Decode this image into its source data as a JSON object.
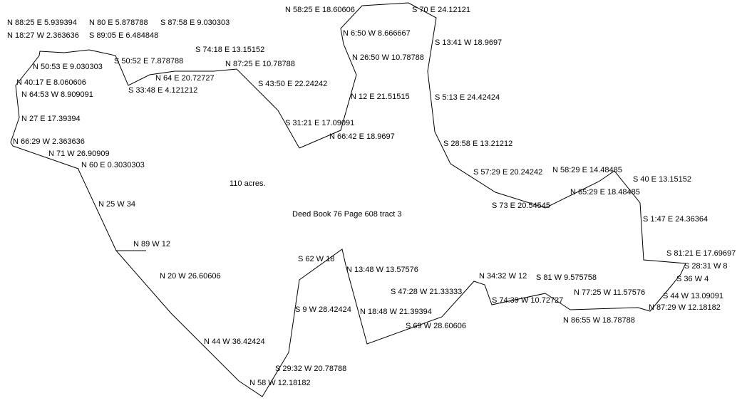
{
  "title": "Deed Book 76 Page 608 tract 3",
  "area": "110 acres.",
  "line_color": "#000000",
  "calls": [
    "N 58:25 E 18.60606",
    "S 70 E 24.12121",
    "S 13:41 W 18.9697",
    "N 6:50 W 8.666667",
    "N 26:50 W 10.78788",
    "N 12 E 21.51515",
    "S 5:13 E 24.42424",
    "S 28:58 E 13.21212",
    "S 57:29 E 20.24242",
    "S 73 E 20.54545",
    "N 65:29 E 18.48485",
    "N 58:29 E 14.48485",
    "S 40 E 13.15152",
    "S 1:47 E 24.36364",
    "S 81:21 E 17.69697",
    "S 28:31 W 8",
    "S 36 W 4",
    "S 44 W 13.09091",
    "N 87:29 W 12.18182",
    "N 86:55 W 18.78788",
    "N 77:25 W 11.57576",
    "S 81 W 9.575758",
    "S 74:39 W 10.72727",
    "N 34:32 W 12",
    "S 47:28 W 21.33333",
    "S 69 W 28.60606",
    "N 18:48 W 21.39394",
    "N 13:48 W 13.57576",
    "S 62 W 18",
    "S 9 W 28.42424",
    "S 29:32 W 20.78788",
    "N 58 W 12.18182",
    "N 44 W 36.42424",
    "N 20 W 26.60606",
    "N 89 W 12",
    "N 25 W 34",
    "N 60 E 0.3030303",
    "N 71 W 26.90909",
    "N 66:29 W 2.363636",
    "N 27 E 17.39394",
    "N 64:53 W 8.909091",
    "N 40:17 E 8.060606",
    "N 50:53 E 9.030303",
    "N 18:27 W 2.363636",
    "N 88:25 E 5.939394",
    "N 80 E 5.878788",
    "S 87:58 E 9.030303",
    "S 89:05 E 6.484848",
    "S 50:52 E 7.878788",
    "S 33:48 E 4.121212",
    "N 64 E 20.72727",
    "S 74:18 E 13.15152",
    "N 87:25 E 10.78788",
    "S 43:50 E 22.24242",
    "S 31:21 E 17.09091",
    "N 66:42 E 18.9697"
  ]
}
